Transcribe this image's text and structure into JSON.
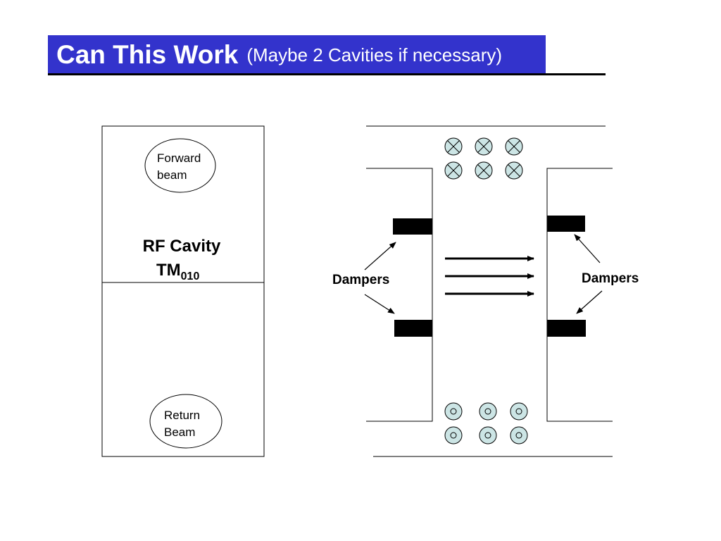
{
  "slide": {
    "title": "Can This Work",
    "subtitle": "(Maybe 2 Cavities if necessary)"
  },
  "cavity": {
    "name": "RF Cavity",
    "mode_base": "TM",
    "mode_subscript": "010",
    "forward_label_line1": "Forward",
    "forward_label_line2": "beam",
    "return_label_line1": "Return",
    "return_label_line2": "Beam"
  },
  "beamline": {
    "left_damper_label": "Dampers",
    "right_damper_label": "Dampers",
    "field_symbol_into": "⊗",
    "field_symbol_out": "○",
    "field_marker_fill": "#cce5e5",
    "arrow_count": 3
  },
  "colors": {
    "title_bg": "#3333cc",
    "title_text": "#ffffff",
    "line": "#000000"
  }
}
